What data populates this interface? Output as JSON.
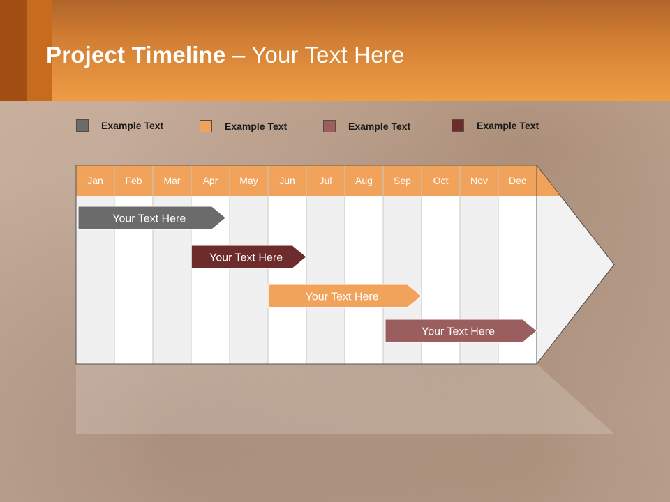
{
  "title": {
    "bold": "Project Timeline",
    "rest": " – Your Text Here"
  },
  "legend": [
    {
      "label": "Example Text",
      "color": "#6b6b6b"
    },
    {
      "label": "Example Text",
      "color": "#f1a35c"
    },
    {
      "label": "Example Text",
      "color": "#9a5e5e"
    },
    {
      "label": "Example Text",
      "color": "#6e2b2b"
    }
  ],
  "months": [
    "Jan",
    "Feb",
    "Mar",
    "Apr",
    "May",
    "Jun",
    "Jul",
    "Aug",
    "Sep",
    "Oct",
    "Nov",
    "Dec"
  ],
  "colors": {
    "header_fill": "#f1a35c",
    "column_light": "#ffffff",
    "column_dark": "#f0f0f0",
    "arrow_fill": "#f2f2f2",
    "grid_line": "#c8c8c8",
    "outline": "#555555"
  },
  "bars": [
    {
      "label": "Your  Text Here",
      "start_month": 0.0,
      "end_month": 3.9,
      "color": "#6b6b6b"
    },
    {
      "label": "Your  Text Here",
      "start_month": 2.95,
      "end_month": 6.0,
      "color": "#6e2b2b"
    },
    {
      "label": "Your  Text Here",
      "start_month": 4.95,
      "end_month": 9.0,
      "color": "#f1a35c"
    },
    {
      "label": "Your  Text Here",
      "start_month": 8.0,
      "end_month": 12.0,
      "color": "#9a5e5e"
    }
  ]
}
